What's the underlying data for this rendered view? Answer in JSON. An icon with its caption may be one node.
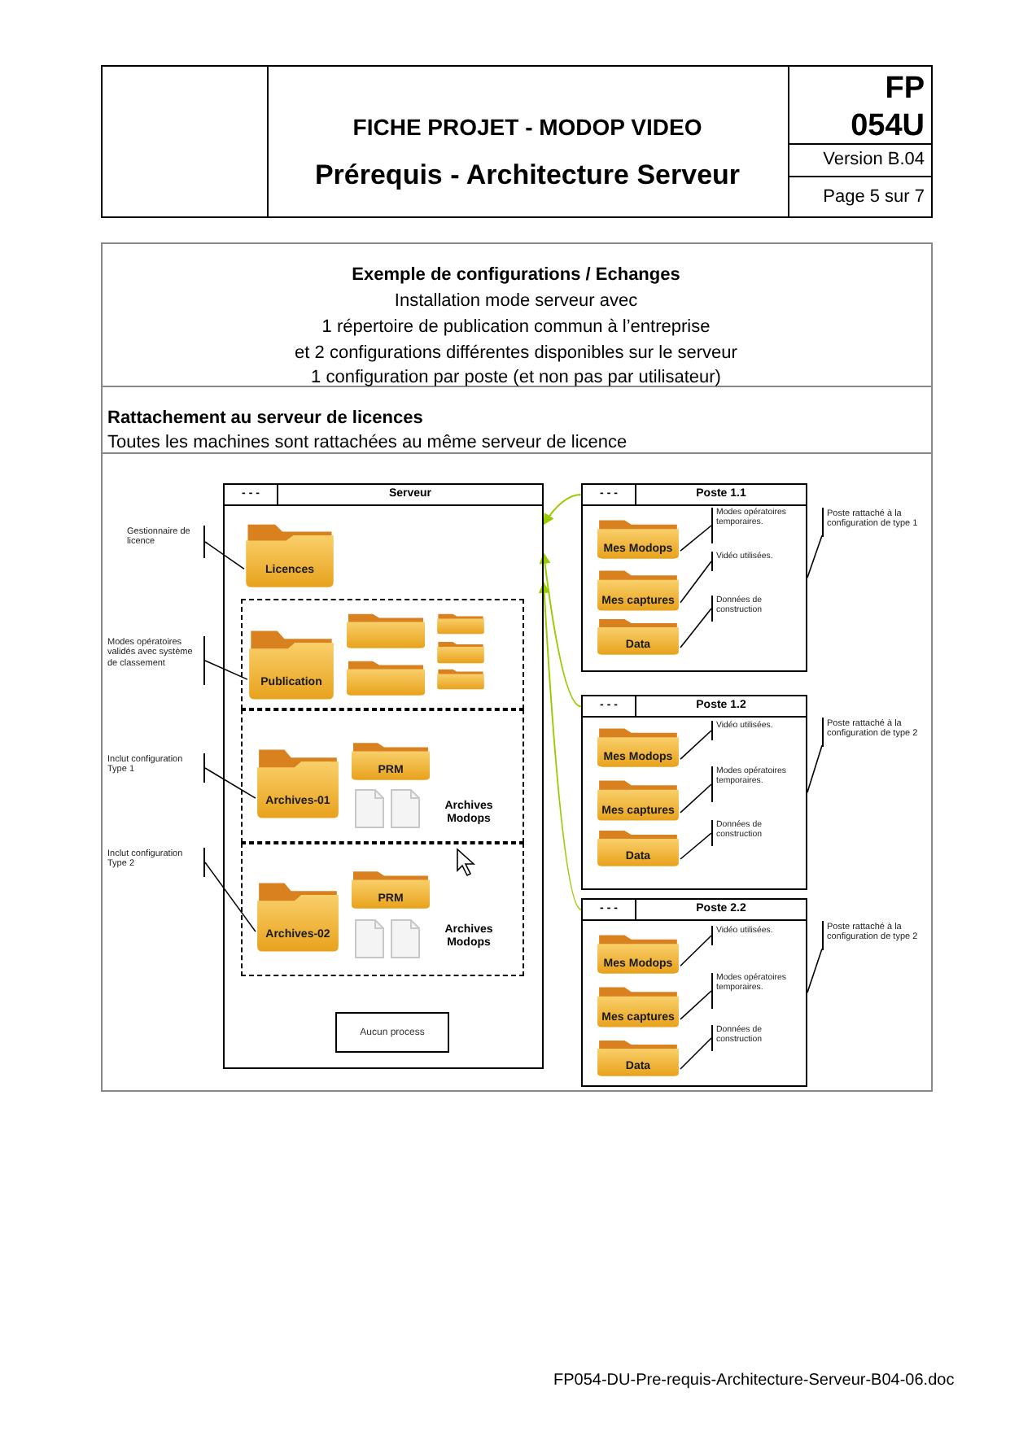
{
  "diagram": {
    "nodes": [
      {
        "text": [
          "- - -",
          "Serveur"
        ]
      },
      {
        "text": [
          "Licences"
        ],
        "in": 0
      },
      {
        "text": [],
        "shape": "box",
        "in": 0
      },
      {
        "text": [
          "Publication"
        ],
        "in": 2
      },
      {
        "text": [],
        "shape": "folder",
        "in": 2
      },
      {
        "text": [],
        "shape": "folder",
        "in": 2
      },
      {
        "text": [],
        "shape": "folder",
        "in": 2
      },
      {
        "text": [],
        "shape": "folder",
        "in": 2
      },
      {
        "text": [],
        "shape": "folder",
        "in": 2
      },
      {
        "text": [],
        "shape": "box",
        "in": 0
      },
      {
        "text": [
          "Archives-01"
        ],
        "in": 9
      },
      {
        "text": [
          "PRM"
        ],
        "in": 9
      },
      {
        "text": [],
        "shape": "box",
        "in": 0
      },
      {
        "text": [
          "Archives-02"
        ],
        "in": 12
      },
      {
        "text": [
          "PRM"
        ],
        "in": 12
      },
      {
        "text": [
          "Aucun process"
        ],
        "in": 0
      },
      {
        "text": [
          "- - -",
          "Poste 1.1"
        ]
      },
      {
        "text": [
          "Mes Modops"
        ],
        "in": 16
      },
      {
        "text": [
          "Mes captures"
        ],
        "in": 16
      },
      {
        "text": [
          "Data"
        ],
        "in": 16
      },
      {
        "text": [
          "- - -",
          "Poste 1.2"
        ]
      },
      {
        "text": [
          "Mes Modops"
        ],
        "in": 20
      },
      {
        "text": [
          "Mes captures"
        ],
        "in": 20
      },
      {
        "text": [
          "Data"
        ],
        "in": 20
      },
      {
        "text": [
          "- - -",
          "Poste 2.2"
        ]
      },
      {
        "text": [
          "Mes Modops"
        ],
        "in": 24
      },
      {
        "text": [
          "Mes captures"
        ],
        "in": 24
      },
      {
        "text": [
          "Data"
        ],
        "in": 24
      },
      {
        "text": [
          "Gestionnaire de licence"
        ]
      },
      {
        "text": [
          "Modes opératoires validés avec système de classement"
        ]
      },
      {
        "text": [
          "Inclut configuration Type 1"
        ]
      },
      {
        "text": [
          "Inclut configuration Type 2"
        ]
      },
      {
        "text": [
          "Modes opératoires temporaires."
        ],
        "in": 16
      },
      {
        "text": [
          "Vidéo utilisées."
        ],
        "in": 16
      },
      {
        "text": [
          "Données de construction"
        ],
        "in": 16
      },
      {
        "text": [
          "Vidéo utilisées."
        ],
        "in": 20
      },
      {
        "text": [
          "Modes opératoires temporaires."
        ],
        "in": 20
      },
      {
        "text": [
          "Données de construction"
        ],
        "in": 20
      },
      {
        "text": [
          "Vidéo utilisées."
        ],
        "in": 24
      },
      {
        "text": [
          "Modes opératoires temporaires."
        ],
        "in": 24
      },
      {
        "text": [
          "Données de construction"
        ],
        "in": 24
      },
      {
        "text": [
          "Poste rattaché à la configuration de type 1"
        ]
      },
      {
        "text": [
          "Poste rattaché à la configuration de type 2"
        ]
      },
      {
        "text": [
          "Poste rattaché à la configuration de type 2"
        ]
      }
    ],
    "edges": [
      {
        "from": 28,
        "to": 1,
        "arrow": "none"
      },
      {
        "from": 29,
        "to": 3,
        "arrow": "none"
      },
      {
        "from": 30,
        "to": 10,
        "arrow": "none"
      },
      {
        "from": 31,
        "to": 13,
        "arrow": "none"
      },
      {
        "from": 32,
        "to": 17,
        "arrow": "none"
      },
      {
        "from": 33,
        "to": 18,
        "arrow": "none"
      },
      {
        "from": 34,
        "to": 19,
        "arrow": "none"
      },
      {
        "from": 35,
        "to": 21,
        "arrow": "none"
      },
      {
        "from": 36,
        "to": 22,
        "arrow": "none"
      },
      {
        "from": 37,
        "to": 23,
        "arrow": "none"
      },
      {
        "from": 38,
        "to": 25,
        "arrow": "none"
      },
      {
        "from": 39,
        "to": 26,
        "arrow": "none"
      },
      {
        "from": 40,
        "to": 27,
        "arrow": "none"
      },
      {
        "from": 41,
        "to": 16,
        "arrow": "none"
      },
      {
        "from": 42,
        "to": 20,
        "arrow": "none"
      },
      {
        "from": 43,
        "to": 24,
        "arrow": "none"
      },
      {
        "from": 16,
        "to": 0,
        "arrow": "to",
        "color": "#99cc00"
      },
      {
        "from": 20,
        "to": 0,
        "arrow": "to",
        "color": "#99cc00"
      },
      {
        "from": 24,
        "to": 0,
        "arrow": "to",
        "color": "#99cc00"
      }
    ],
    "labels": [
      "FICHE PROJET - MODOP VIDEO",
      "Prérequis - Architecture Serveur",
      "FP 054U",
      "Version B.04",
      "Page 5 sur 7",
      "Exemple de configurations / Echanges",
      "Installation mode serveur avec",
      "1 répertoire de publication commun à l’entreprise",
      "et 2 configurations différentes disponibles sur le serveur",
      "1 configuration par poste (et non pas par utilisateur)",
      "Rattachement au serveur de licences",
      "Toutes les machines sont rattachées au même serveur de licence",
      "Archives Modops",
      "Archives Modops",
      "FP054-DU-Pre-requis-Architecture-Serveur-B04-06.doc"
    ]
  }
}
